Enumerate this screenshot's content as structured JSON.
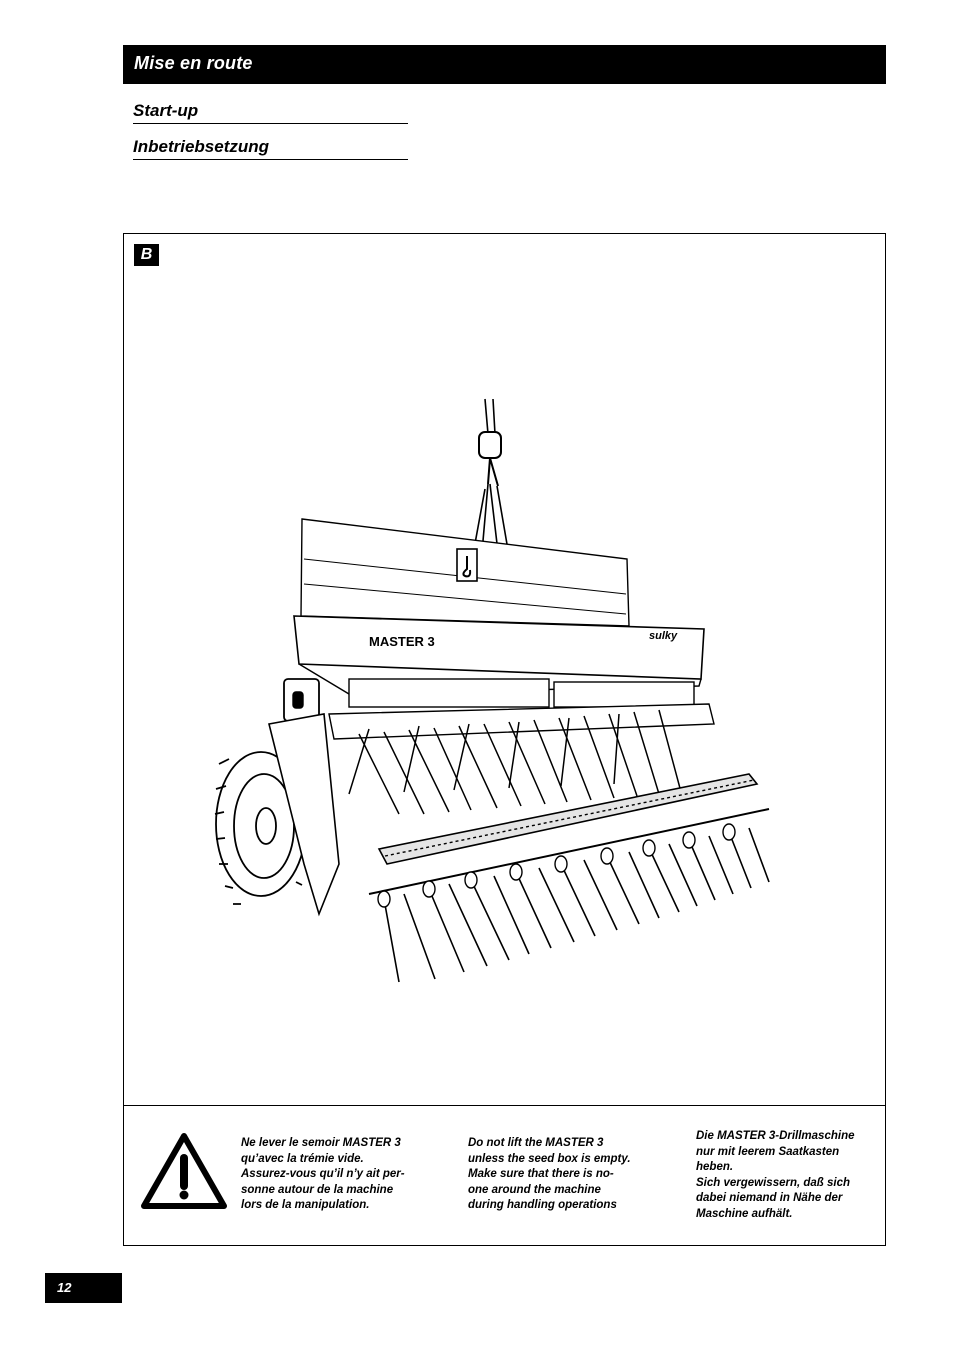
{
  "header": {
    "title": "Mise en route"
  },
  "subtitles": [
    "Start-up",
    "Inbetriebsetzung"
  ],
  "figure": {
    "label": "B",
    "machine_model_text": "MASTER 3",
    "brand_text": "sulky"
  },
  "warning": {
    "icon": "warning-triangle-icon",
    "fr": "Ne lever le semoir MASTER 3\nqu’avec la trémie vide.\nAssurez-vous qu’il n’y ait per-\nsonne autour de la machine\nlors de la manipulation.",
    "en": "Do not lift the MASTER 3\nunless the seed box is empty.\nMake sure that there is no-\none around the machine\nduring handling operations",
    "de": "Die MASTER 3-Drillmaschine\nnur mit leerem Saatkasten\nheben.\nSich vergewissern, daß sich\ndabei niemand in Nähe der\nMaschine aufhält."
  },
  "page_number": "12"
}
